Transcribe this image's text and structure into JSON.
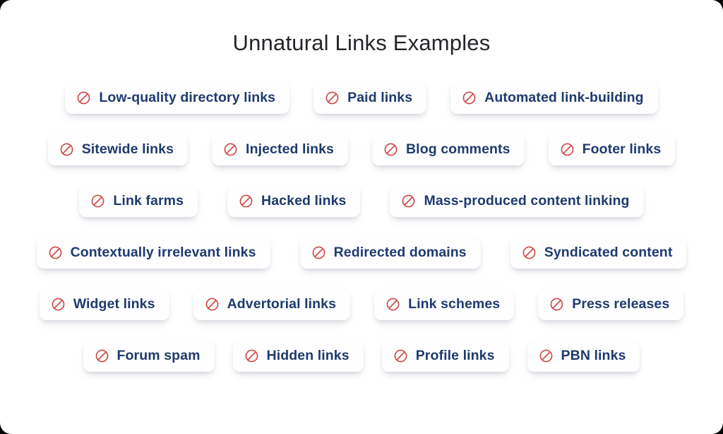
{
  "page": {
    "title": "Unnatural Links Examples",
    "background_color": "#ffffff",
    "outer_color": "#000000",
    "title_color": "#24252a",
    "chip_background": "#fefefe",
    "chip_text_color": "#1f3a6e",
    "icon_color": "#cf4a47",
    "icon_name": "prohibited-icon"
  },
  "rows": [
    {
      "items": [
        {
          "label": "Low-quality directory links",
          "icon": "prohibited-icon"
        },
        {
          "label": "Paid links",
          "icon": "prohibited-icon"
        },
        {
          "label": "Automated link-building",
          "icon": "prohibited-icon"
        }
      ]
    },
    {
      "items": [
        {
          "label": "Sitewide links",
          "icon": "prohibited-icon"
        },
        {
          "label": "Injected links",
          "icon": "prohibited-icon"
        },
        {
          "label": "Blog comments",
          "icon": "prohibited-icon"
        },
        {
          "label": "Footer links",
          "icon": "prohibited-icon"
        }
      ]
    },
    {
      "items": [
        {
          "label": "Link farms",
          "icon": "prohibited-icon"
        },
        {
          "label": "Hacked links",
          "icon": "prohibited-icon"
        },
        {
          "label": "Mass-produced content linking",
          "icon": "prohibited-icon"
        }
      ]
    },
    {
      "items": [
        {
          "label": "Contextually irrelevant links",
          "icon": "prohibited-icon"
        },
        {
          "label": "Redirected domains",
          "icon": "prohibited-icon"
        },
        {
          "label": "Syndicated content",
          "icon": "prohibited-icon"
        }
      ]
    },
    {
      "items": [
        {
          "label": "Widget links",
          "icon": "prohibited-icon"
        },
        {
          "label": "Advertorial links",
          "icon": "prohibited-icon"
        },
        {
          "label": "Link schemes",
          "icon": "prohibited-icon"
        },
        {
          "label": "Press releases",
          "icon": "prohibited-icon"
        }
      ]
    },
    {
      "items": [
        {
          "label": "Forum spam",
          "icon": "prohibited-icon"
        },
        {
          "label": "Hidden links",
          "icon": "prohibited-icon"
        },
        {
          "label": "Profile links",
          "icon": "prohibited-icon"
        },
        {
          "label": "PBN links",
          "icon": "prohibited-icon"
        }
      ]
    }
  ]
}
